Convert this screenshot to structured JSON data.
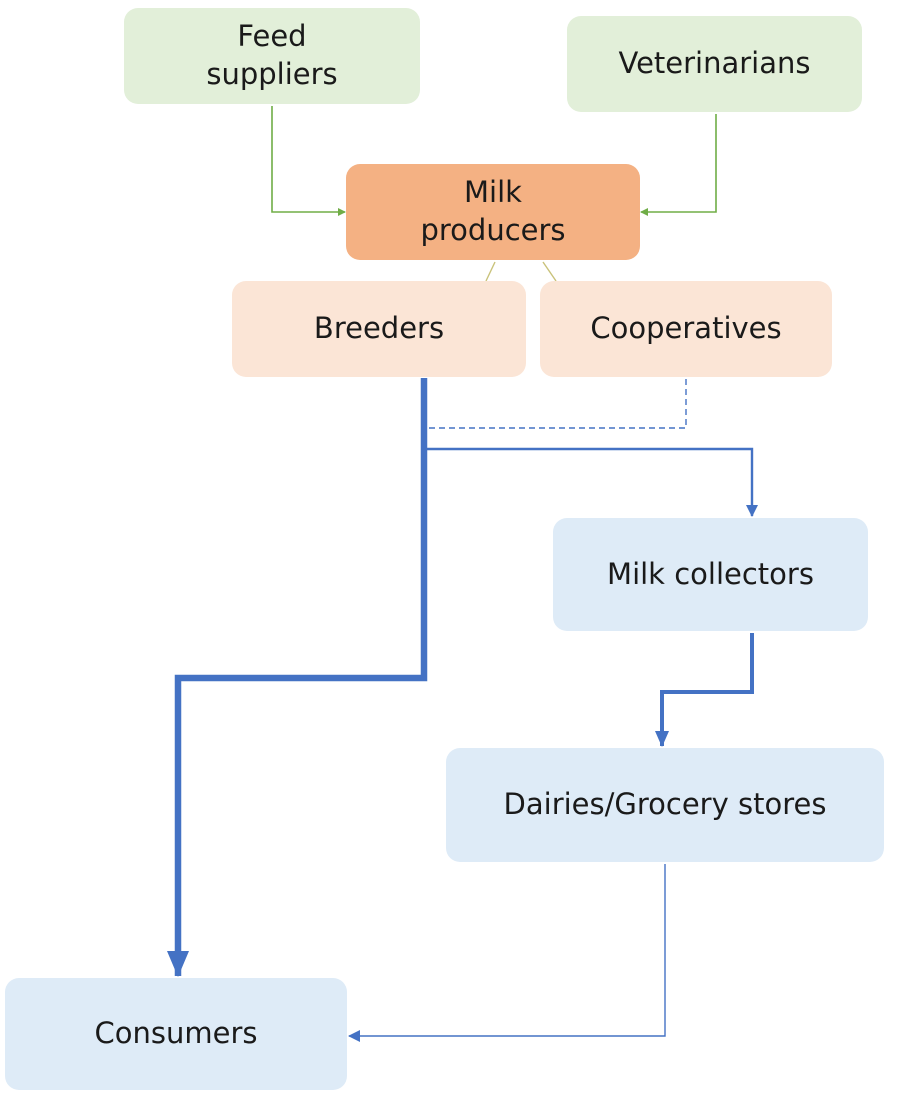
{
  "nodes": {
    "feed_suppliers": {
      "line1": "Feed",
      "line2": "suppliers"
    },
    "veterinarians": {
      "label": "Veterinarians"
    },
    "milk_producers": {
      "line1": "Milk",
      "line2": "producers"
    },
    "breeders": {
      "label": "Breeders"
    },
    "cooperatives": {
      "label": "Cooperatives"
    },
    "milk_collectors": {
      "label": "Milk collectors"
    },
    "dairies_grocery": {
      "label": "Dairies/Grocery stores"
    },
    "consumers": {
      "label": "Consumers"
    }
  },
  "colors": {
    "input_nodes": "#e2efd9",
    "producer_node": "#f4b183",
    "producer_subnodes": "#fbe5d6",
    "distribution_nodes": "#deebf7",
    "input_arrows": "#70ad47",
    "flow_arrows": "#4472c4"
  }
}
